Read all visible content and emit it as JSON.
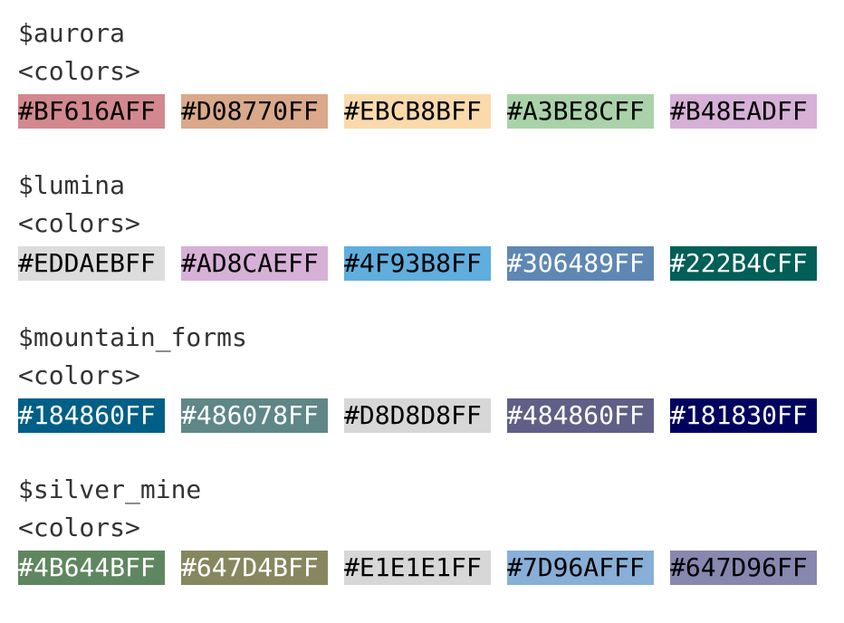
{
  "palettes": [
    {
      "name": "$aurora",
      "subheader": "<colors>",
      "swatches": [
        {
          "label": "#BF616AFF",
          "bg": "#D2888E",
          "fg": "#000000"
        },
        {
          "label": "#D08770FF",
          "bg": "#D9A98A",
          "fg": "#000000"
        },
        {
          "label": "#EBCB8BFF",
          "bg": "#FADAAB",
          "fg": "#000000"
        },
        {
          "label": "#A3BE8CFF",
          "bg": "#AAD2A9",
          "fg": "#000000"
        },
        {
          "label": "#B48EADFF",
          "bg": "#D7B0D8",
          "fg": "#000000"
        }
      ]
    },
    {
      "name": "$lumina",
      "subheader": "<colors>",
      "swatches": [
        {
          "label": "#EDDAEBFF",
          "bg": "#DCDCDC",
          "fg": "#000000"
        },
        {
          "label": "#AD8CAEFF",
          "bg": "#D7B0D8",
          "fg": "#000000"
        },
        {
          "label": "#4F93B8FF",
          "bg": "#5FAEDD",
          "fg": "#000000"
        },
        {
          "label": "#306489FF",
          "bg": "#5E87B3",
          "fg": "#FFFFFF"
        },
        {
          "label": "#222B4CFF",
          "bg": "#005F56",
          "fg": "#FFFFFF"
        }
      ]
    },
    {
      "name": "$mountain_forms",
      "subheader": "<colors>",
      "swatches": [
        {
          "label": "#184860FF",
          "bg": "#005F87",
          "fg": "#FFFFFF"
        },
        {
          "label": "#486078FF",
          "bg": "#5F8787",
          "fg": "#FFFFFF"
        },
        {
          "label": "#D8D8D8FF",
          "bg": "#D7D7D7",
          "fg": "#000000"
        },
        {
          "label": "#484860FF",
          "bg": "#5F5F87",
          "fg": "#FFFFFF"
        },
        {
          "label": "#181830FF",
          "bg": "#00005F",
          "fg": "#FFFFFF"
        }
      ]
    },
    {
      "name": "$silver_mine",
      "subheader": "<colors>",
      "swatches": [
        {
          "label": "#4B644BFF",
          "bg": "#5F875F",
          "fg": "#FFFFFF"
        },
        {
          "label": "#647D4BFF",
          "bg": "#87875F",
          "fg": "#FFFFFF"
        },
        {
          "label": "#E1E1E1FF",
          "bg": "#D7D7D7",
          "fg": "#000000"
        },
        {
          "label": "#7D96AFFF",
          "bg": "#87AFD7",
          "fg": "#000000"
        },
        {
          "label": "#647D96FF",
          "bg": "#8787AF",
          "fg": "#000000"
        }
      ]
    }
  ]
}
